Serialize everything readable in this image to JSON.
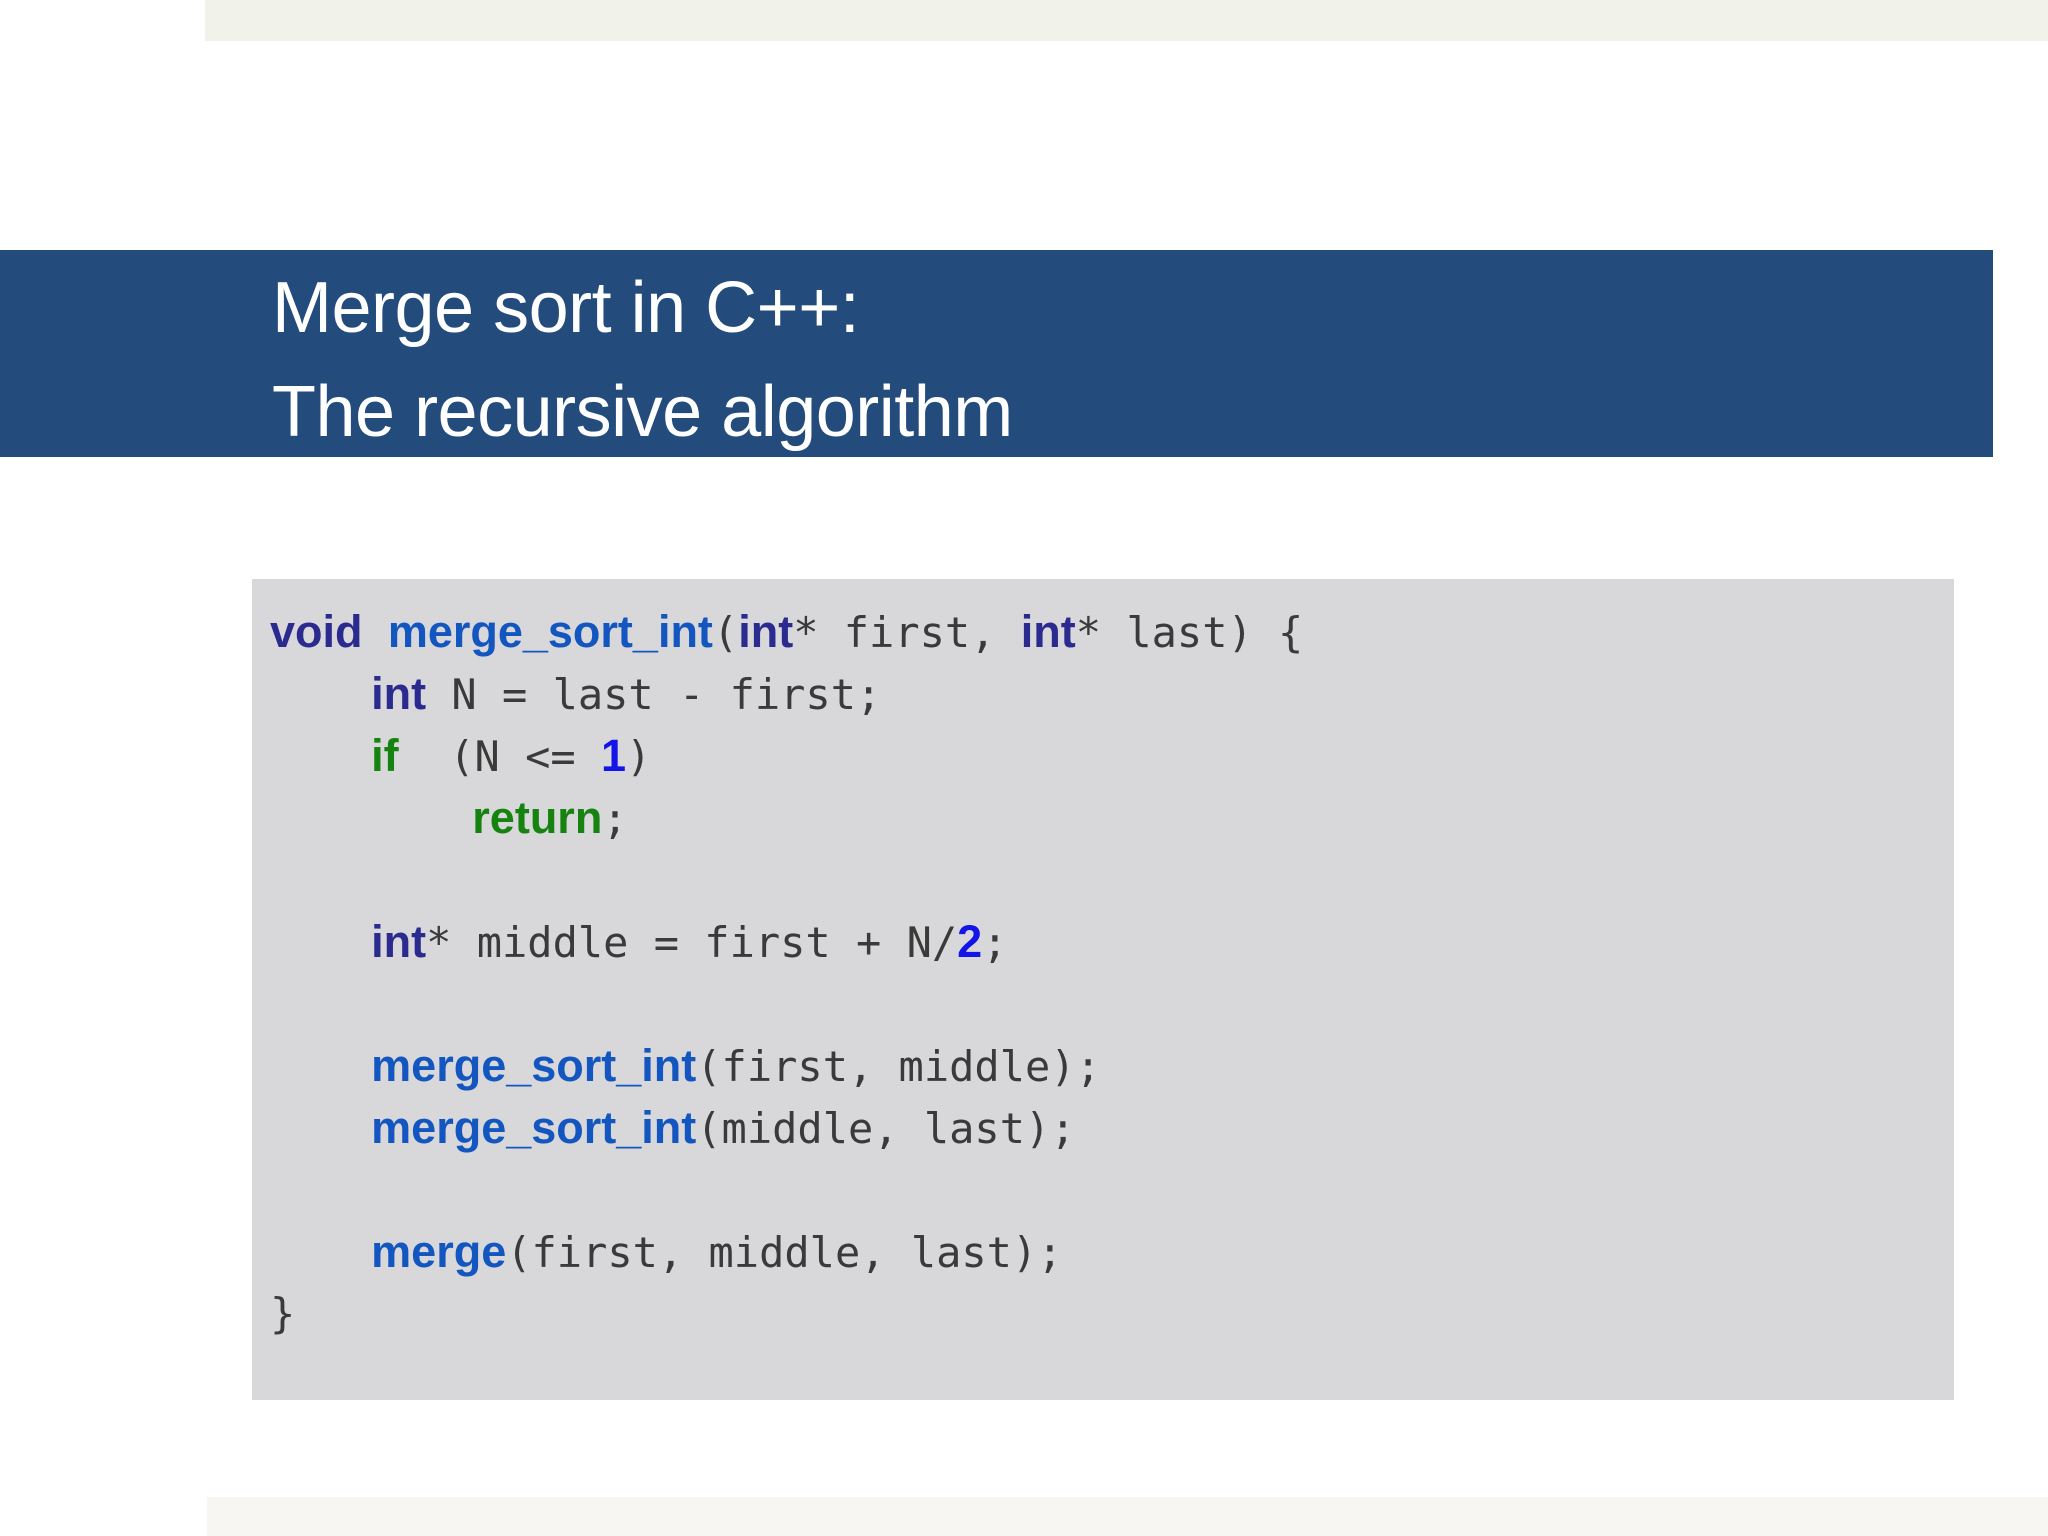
{
  "slide": {
    "background_color": "#ffffff",
    "top_strip_color": "#f1f2ea",
    "bottom_strip_color": "#f7f6f3"
  },
  "title": {
    "banner_color": "#234c7c",
    "text_color": "#ffffff",
    "line1": "Merge sort in C++:",
    "line2": "The recursive algorithm"
  },
  "code": {
    "background_color": "#d8d8da",
    "language": "C++",
    "colors": {
      "type_keyword": "#2b2b8f",
      "flow_keyword": "#16820f",
      "function_name": "#1356c0",
      "number_literal": "#1414e8",
      "plain_text": "#3a3a3a"
    },
    "full_text": "void merge_sort_int(int* first, int* last) {\n    int N = last - first;\n    if (N <= 1)\n        return;\n\n    int* middle = first + N/2;\n\n    merge_sort_int(first, middle);\n    merge_sort_int(middle, last);\n\n    merge(first, middle, last);\n}",
    "lines": [
      {
        "id": "signature",
        "tokens": [
          {
            "t": "void",
            "k": "kw-void"
          },
          {
            "t": " ",
            "k": "plain"
          },
          {
            "t": "merge_sort_int",
            "k": "fn"
          },
          {
            "t": "(",
            "k": "plain"
          },
          {
            "t": "int",
            "k": "kw-int"
          },
          {
            "t": "* first, ",
            "k": "plain"
          },
          {
            "t": "int",
            "k": "kw-int"
          },
          {
            "t": "* last) {",
            "k": "plain"
          }
        ]
      },
      {
        "id": "decl-n",
        "tokens": [
          {
            "t": "    ",
            "k": "indent"
          },
          {
            "t": "int",
            "k": "kw-int"
          },
          {
            "t": " N = last - first;",
            "k": "plain"
          }
        ]
      },
      {
        "id": "if-base-case",
        "tokens": [
          {
            "t": "    ",
            "k": "indent"
          },
          {
            "t": "if",
            "k": "kw-flow"
          },
          {
            "t": "  (N <= ",
            "k": "plain"
          },
          {
            "t": "1",
            "k": "num"
          },
          {
            "t": ")",
            "k": "plain"
          }
        ]
      },
      {
        "id": "return-stmt",
        "tokens": [
          {
            "t": "        ",
            "k": "indent"
          },
          {
            "t": "return",
            "k": "kw-flow"
          },
          {
            "t": ";",
            "k": "plain"
          }
        ]
      },
      {
        "id": "blank-1",
        "tokens": []
      },
      {
        "id": "decl-middle",
        "tokens": [
          {
            "t": "    ",
            "k": "indent"
          },
          {
            "t": "int",
            "k": "kw-int"
          },
          {
            "t": "* middle = first + N/",
            "k": "plain"
          },
          {
            "t": "2",
            "k": "num"
          },
          {
            "t": ";",
            "k": "plain"
          }
        ]
      },
      {
        "id": "blank-2",
        "tokens": []
      },
      {
        "id": "recurse-left",
        "tokens": [
          {
            "t": "    ",
            "k": "indent"
          },
          {
            "t": "merge_sort_int",
            "k": "fn"
          },
          {
            "t": "(first, middle);",
            "k": "plain"
          }
        ]
      },
      {
        "id": "recurse-right",
        "tokens": [
          {
            "t": "    ",
            "k": "indent"
          },
          {
            "t": "merge_sort_int",
            "k": "fn"
          },
          {
            "t": "(middle, last);",
            "k": "plain"
          }
        ]
      },
      {
        "id": "blank-3",
        "tokens": []
      },
      {
        "id": "merge-call",
        "tokens": [
          {
            "t": "    ",
            "k": "indent"
          },
          {
            "t": "merge",
            "k": "fn"
          },
          {
            "t": "(first, middle, last);",
            "k": "plain"
          }
        ]
      },
      {
        "id": "close-brace",
        "tokens": [
          {
            "t": "}",
            "k": "plain"
          }
        ]
      }
    ]
  }
}
